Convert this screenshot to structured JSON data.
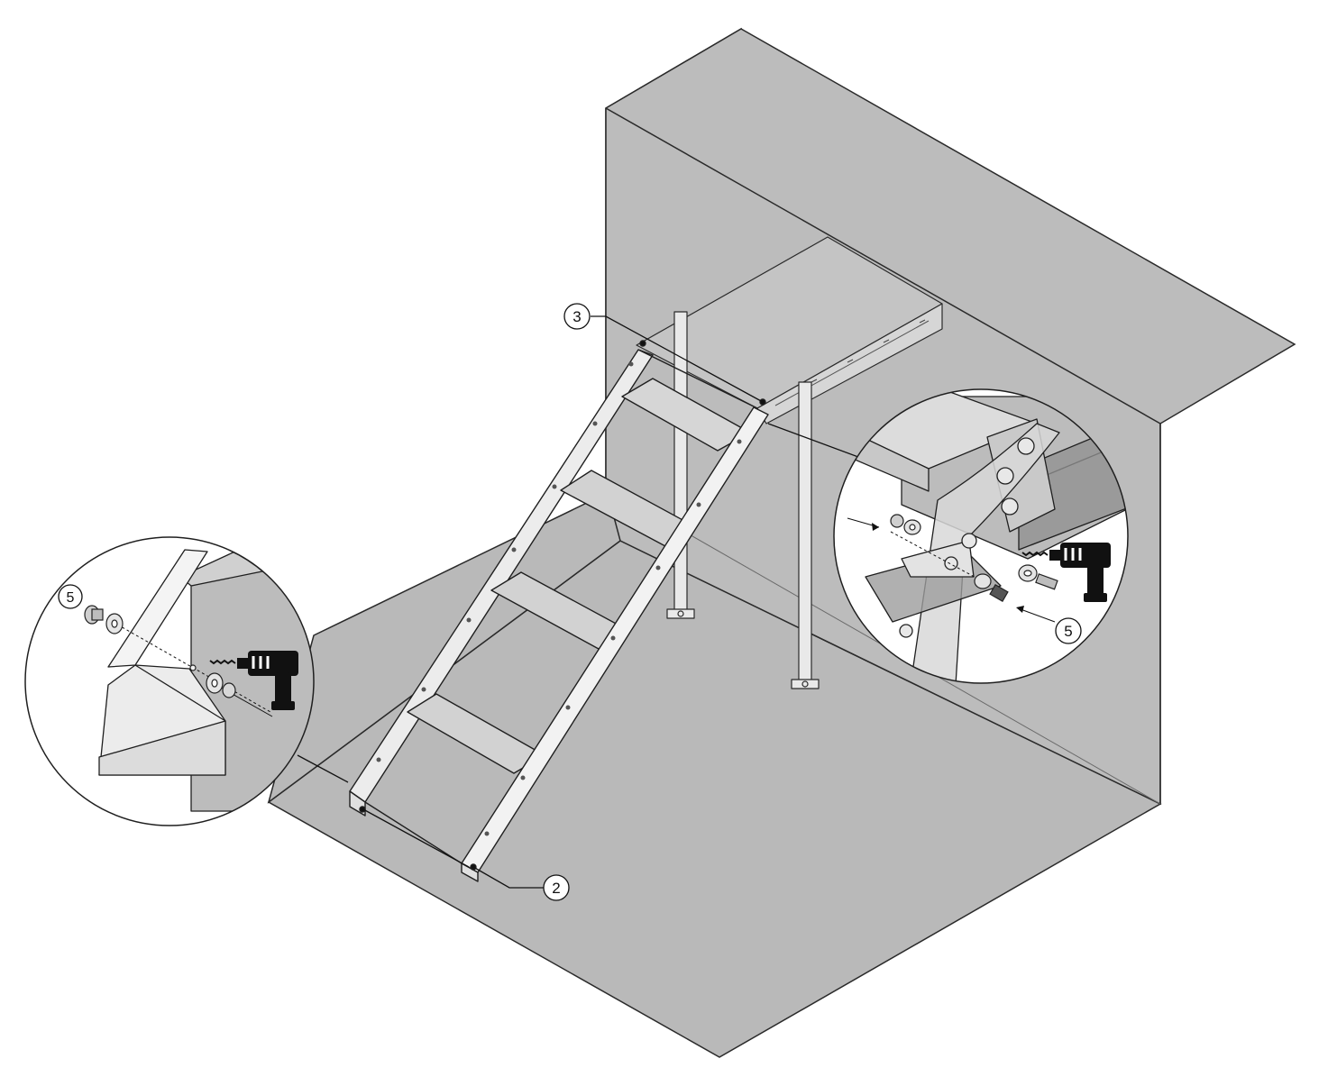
{
  "callouts": {
    "platform_connection": "3",
    "floor_connection": "2",
    "detail_left_fastener": "5",
    "detail_right_fastener": "5"
  },
  "colors": {
    "wall": "#bcbcbc",
    "floor": "#b9b9b9",
    "steel": "#e9e9e9",
    "outline": "#1f1f1f",
    "drill": "#111111",
    "detail_background": "#ffffff"
  },
  "icons": {
    "tool_left": "power-drill-icon",
    "tool_right": "power-drill-icon",
    "fastener_set": "bolt-washer-nut-icon"
  }
}
